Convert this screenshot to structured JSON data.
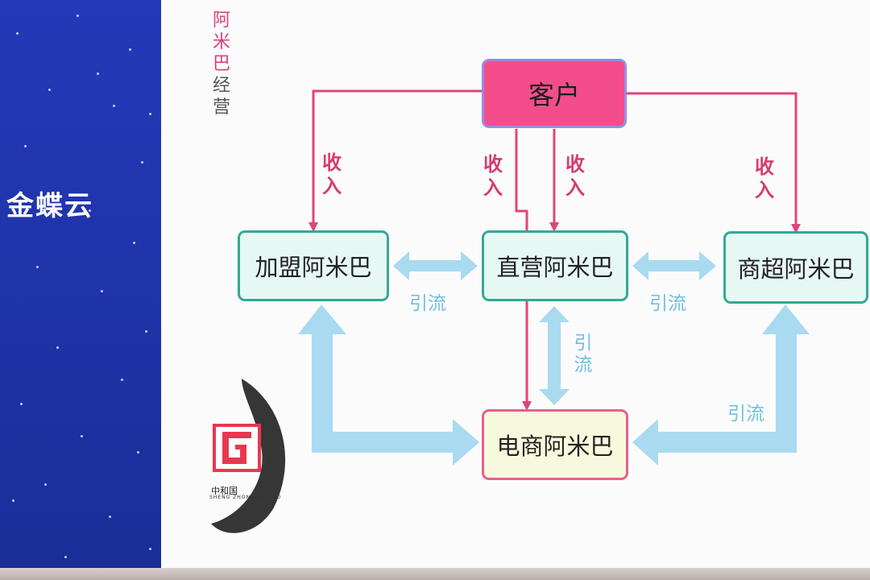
{
  "brand": {
    "text": "金蝶云"
  },
  "slide": {
    "vertical_title_pink": [
      "阿",
      "米",
      "巴"
    ],
    "vertical_title_gray": [
      "经",
      "营"
    ]
  },
  "nodes": {
    "customer": "客户",
    "franchise": "加盟阿米巴",
    "direct": "直营阿米巴",
    "supermarket": "商超阿米巴",
    "ecommerce": "电商阿米巴"
  },
  "edge_labels": {
    "income": [
      "收",
      "入"
    ],
    "flow": "引流",
    "flow_vertical": [
      "引",
      "流"
    ]
  },
  "logo": {
    "caption": "中和国",
    "subtitle": "SHENG ZHONG HE GUO"
  },
  "colors": {
    "customer_fill": "#f44d8c",
    "income_arrow": "#e0457a",
    "flow_arrow": "#a9daf0",
    "node_border": "#34a898",
    "ecommerce_border": "#e3618f",
    "panel_blue": "#2439b8"
  }
}
